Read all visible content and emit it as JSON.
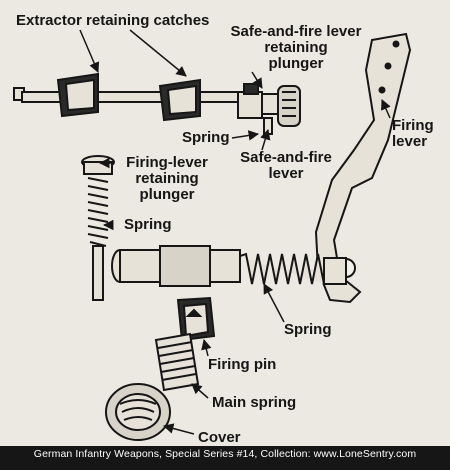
{
  "labels": {
    "extractor_catches": "Extractor retaining catches",
    "safe_fire_plunger": [
      "Safe-and-fire lever",
      "retaining",
      "plunger"
    ],
    "firing_lever": [
      "Firing",
      "lever"
    ],
    "spring_small": "Spring",
    "safe_fire_lever": [
      "Safe-and-fire",
      "lever"
    ],
    "firing_lever_plunger": [
      "Firing-lever",
      "retaining",
      "plunger"
    ],
    "spring_left": "Spring",
    "spring_bottom": "Spring",
    "firing_pin": "Firing pin",
    "main_spring": "Main spring",
    "cover": "Cover"
  },
  "caption": "German Infantry Weapons, Special Series #14, Collection: www.LoneSentry.com",
  "colors": {
    "background": "#ece9e3",
    "ink": "#161616",
    "caption_text": "#ffffff"
  }
}
